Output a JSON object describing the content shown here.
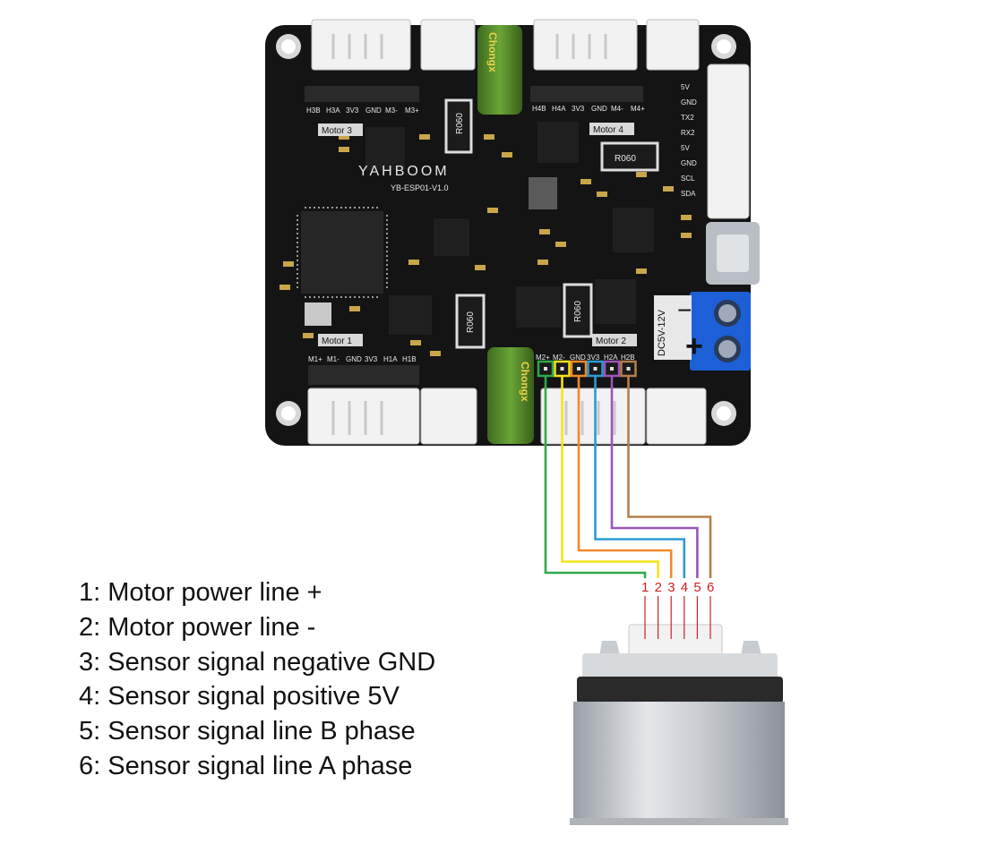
{
  "board": {
    "brand": "YAHBOOM",
    "model": "YB-ESP01-V1.0",
    "motor_labels": [
      "Motor 1",
      "Motor 2",
      "Motor 3",
      "Motor 4"
    ],
    "header_top_left": [
      "H3B",
      "H3A",
      "3V3",
      "GND",
      "M3-",
      "M3+"
    ],
    "header_top_right": [
      "H4B",
      "H4A",
      "3V3",
      "GND",
      "M4-",
      "M4+"
    ],
    "header_bottom_left": [
      "M1+",
      "M1-",
      "GND",
      "3V3",
      "H1A",
      "H1B"
    ],
    "header_bottom_right": [
      "M2+",
      "M2-",
      "GND",
      "3V3",
      "H2A",
      "H2B"
    ],
    "side_labels": [
      "5V",
      "GND",
      "TX2",
      "RX2",
      "5V",
      "GND",
      "SCL",
      "SDA"
    ],
    "resistor_label": "R060",
    "capacitor_brand": "Chongx",
    "power_label": "DC5V-12V",
    "minus_symbol": "−",
    "plus_symbol": "+"
  },
  "wires": [
    {
      "pin": "1",
      "color": "#2eaa4a"
    },
    {
      "pin": "2",
      "color": "#f7e31a"
    },
    {
      "pin": "3",
      "color": "#f08a2a"
    },
    {
      "pin": "4",
      "color": "#2b9bd6"
    },
    {
      "pin": "5",
      "color": "#9b55b8"
    },
    {
      "pin": "6",
      "color": "#b57f4c"
    }
  ],
  "legend": [
    "1: Motor power line +",
    "2: Motor power line -",
    "3: Sensor signal negative GND",
    "4: Sensor signal positive 5V",
    "5: Sensor signal line B phase",
    "6: Sensor signal line A phase"
  ]
}
